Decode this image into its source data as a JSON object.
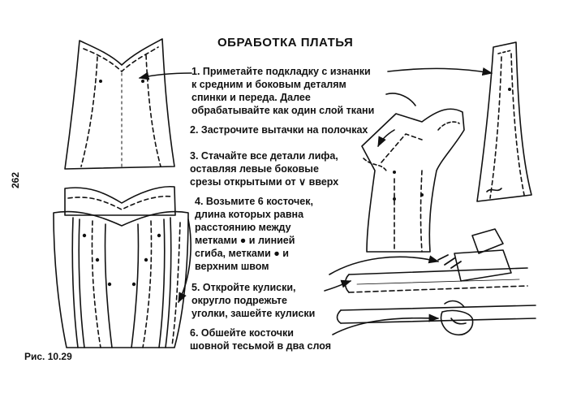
{
  "page_number": "262",
  "title": "ОБРАБОТКА ПЛАТЬЯ",
  "figure_caption": "Рис. 10.29",
  "steps": [
    {
      "lines": [
        "1. Приметайте подкладку с изнанки",
        "к средним и боковым деталям",
        "спинки и переда. Далее",
        "обрабатывайте как один слой ткани"
      ]
    },
    {
      "lines": [
        "2. Застрочите вытачки на полочках"
      ]
    },
    {
      "lines": [
        "3.  Стачайте все детали лифа,",
        "оставляя левые боковые",
        "срезы открытыми от ∨ вверх"
      ]
    },
    {
      "lines": [
        "4. Возьмите 6 косточек,",
        "длина которых равна",
        "расстоянию между",
        "метками ● и линией",
        "сгиба, метками ● и",
        "верхним швом"
      ]
    },
    {
      "lines": [
        "5. Откройте кулиски,",
        "округло подрежьте",
        "уголки, зашейте кулиски"
      ]
    },
    {
      "lines": [
        "6. Обшейте косточки",
        "шовной тесьмой в два слоя"
      ]
    }
  ]
}
